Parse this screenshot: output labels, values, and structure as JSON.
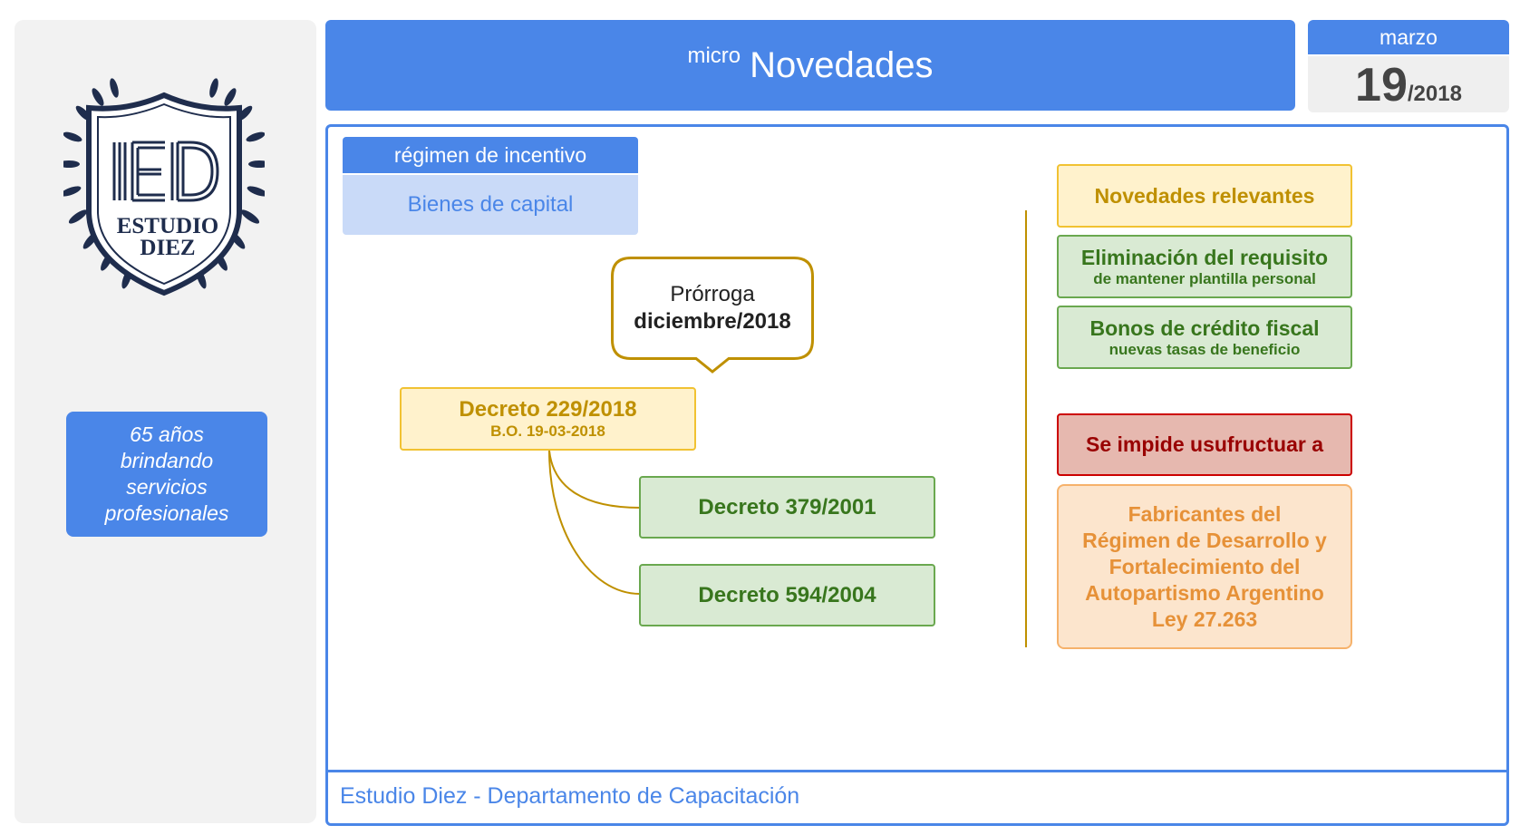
{
  "header": {
    "prefix": "micro",
    "title": "Novedades"
  },
  "date": {
    "month": "marzo",
    "day": "19",
    "year": "/2018"
  },
  "sidebar": {
    "logo_text_line1": "ESTUDIO",
    "logo_text_line2": "DIEZ",
    "tagline_lines": [
      "65 años",
      "brindando",
      "servicios",
      "profesionales"
    ]
  },
  "regime": {
    "label": "régimen de incentivo",
    "value": "Bienes de capital"
  },
  "callout": {
    "line1": "Prórroga",
    "line2": "diciembre/2018"
  },
  "decree": {
    "main_title": "Decreto 229/2018",
    "main_subtitle": "B.O. 19-03-2018",
    "related": [
      "Decreto 379/2001",
      "Decreto 594/2004"
    ]
  },
  "relevant": {
    "title": "Novedades relevantes",
    "items": [
      {
        "title": "Eliminación del requisito",
        "subtitle": "de mantener plantilla personal"
      },
      {
        "title": "Bonos de crédito fiscal",
        "subtitle": "nuevas tasas de beneficio"
      }
    ]
  },
  "impediment": {
    "title": "Se impide usufructuar a",
    "lines": [
      "Fabricantes del",
      "Régimen de Desarrollo y",
      "Fortalecimiento del",
      "Autopartismo Argentino",
      "Ley 27.263"
    ]
  },
  "footer": {
    "text": "Estudio Diez - Departamento de Capacitación"
  },
  "colors": {
    "brand_blue": "#4a86e8",
    "light_blue": "#c9daf8",
    "gold": "#bf9000",
    "green": "#38761d",
    "red": "#990000",
    "orange": "#e69138",
    "navy": "#1f2d4d"
  }
}
